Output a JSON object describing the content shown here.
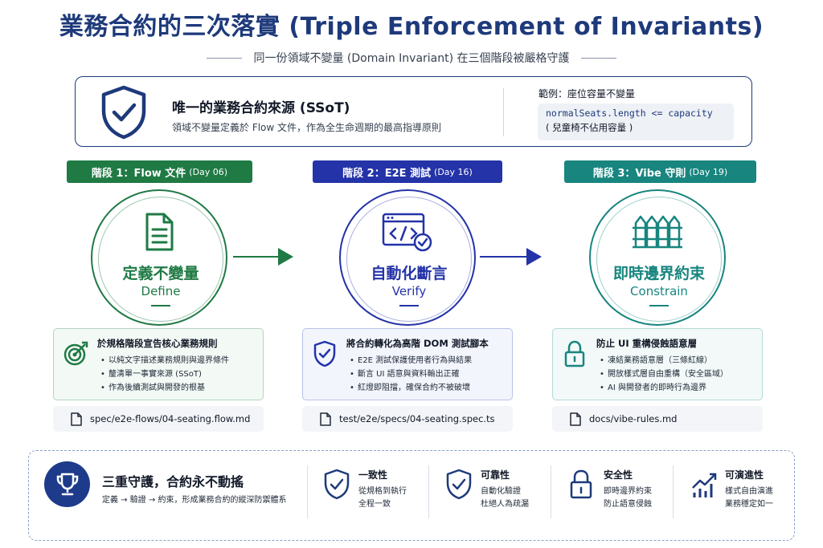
{
  "title": "業務合約的三次落實 (Triple Enforcement of Invariants)",
  "subtitle": "同一份領域不變量 (Domain Invariant) 在三個階段被嚴格守護",
  "ssot": {
    "title": "唯一的業務合約來源 (SSoT)",
    "description": "領域不變量定義於 Flow 文件，作為全生命週期的最高指導原則",
    "example_label": "範例：座位容量不變量",
    "example_code": "normalSeats.length <= capacity",
    "example_note": "( 兒童椅不佔用容量 )"
  },
  "stages": [
    {
      "badge": "階段 1：Flow 文件",
      "day": "(Day 06)",
      "color": "#1f7a44",
      "icon": "document-icon",
      "name_cn": "定義不變量",
      "name_en": "Define",
      "card_title": "於規格階段宣告核心業務規則",
      "card_icon": "target-icon",
      "bullets": [
        "以純文字描述業務規則與邊界條件",
        "釐清單一事實來源 (SSoT)",
        "作為後續測試與開發的根基"
      ],
      "file": "spec/e2e-flows/04-seating.flow.md"
    },
    {
      "badge": "階段 2：E2E 測試",
      "day": "(Day 16)",
      "color": "#2433a8",
      "icon": "code-check-icon",
      "name_cn": "自動化斷言",
      "name_en": "Verify",
      "card_title": "將合約轉化為高階 DOM 測試腳本",
      "card_icon": "shield-check-icon",
      "bullets": [
        "E2E 測試保護使用者行為與結果",
        "斷言 UI 語意與資料輸出正確",
        "紅燈即阻擋，確保合約不被破壞"
      ],
      "file": "test/e2e/specs/04-seating.spec.ts"
    },
    {
      "badge": "階段 3：Vibe 守則",
      "day": "(Day 19)",
      "color": "#18857f",
      "icon": "fence-icon",
      "name_cn": "即時邊界約束",
      "name_en": "Constrain",
      "card_title": "防止 UI 重構侵蝕語意層",
      "card_icon": "lock-icon",
      "bullets": [
        "凍結業務語意層（三條紅線）",
        "開放樣式層自由重構（安全區域）",
        "AI 與開發者的即時行為邊界"
      ],
      "file": "docs/vibe-rules.md"
    }
  ],
  "bottom": {
    "title": "三重守護，合約永不動搖",
    "description": "定義 → 驗證 → 約束，形成業務合約的縱深防禦體系",
    "features": [
      {
        "title": "一致性",
        "line1": "從規格到執行",
        "line2": "全程一致",
        "icon": "shield-check-icon"
      },
      {
        "title": "可靠性",
        "line1": "自動化驗證",
        "line2": "杜絕人為疏漏",
        "icon": "shield-check-icon"
      },
      {
        "title": "安全性",
        "line1": "即時邊界約束",
        "line2": "防止語意侵蝕",
        "icon": "lock-icon"
      },
      {
        "title": "可演進性",
        "line1": "樣式自由演進",
        "line2": "業務穩定如一",
        "icon": "growth-chart-icon"
      }
    ]
  },
  "colors": {
    "navy": "#1e3a7b",
    "green": "#1f7a44",
    "blue": "#2433a8",
    "teal": "#18857f"
  }
}
